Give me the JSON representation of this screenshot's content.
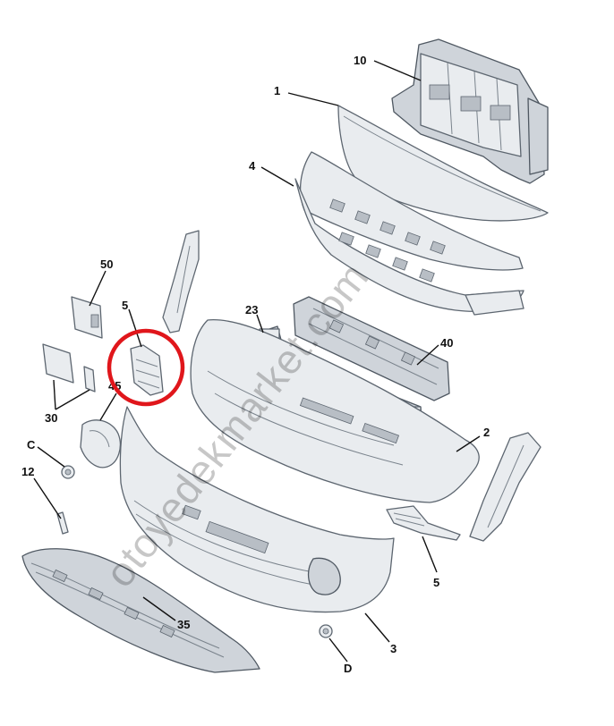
{
  "callouts": {
    "c10": "10",
    "c1": "1",
    "c4": "4",
    "c50": "50",
    "c5a": "5",
    "c23": "23",
    "c40": "40",
    "c45": "45",
    "c30": "30",
    "c2": "2",
    "cC": "C",
    "c12": "12",
    "c5b": "5",
    "c35": "35",
    "c3": "3",
    "cD": "D"
  },
  "watermark": "otoyedekmarket.com",
  "highlight": {
    "color": "#e0161b",
    "target_part": "5"
  },
  "colors": {
    "part_fill": "#e9ecef",
    "outline": "#5d6670"
  }
}
